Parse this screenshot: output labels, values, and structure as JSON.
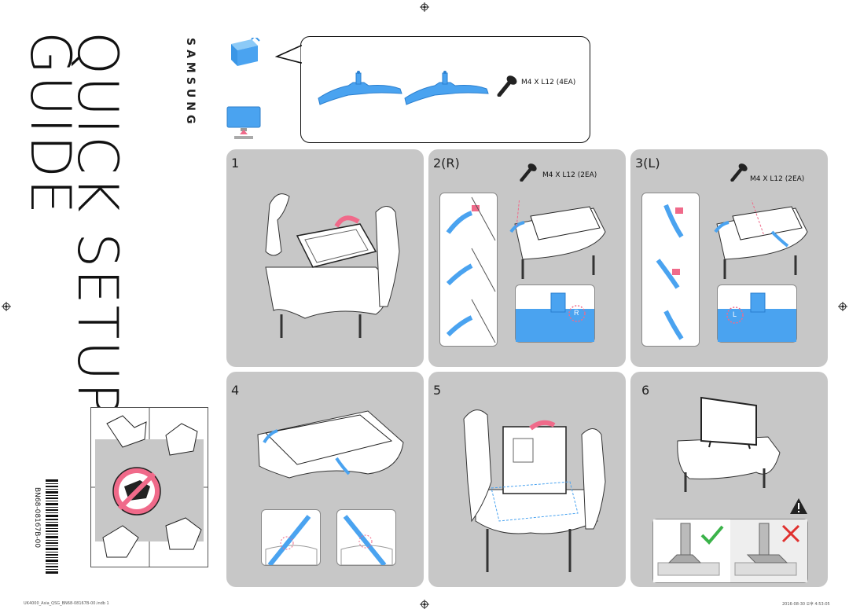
{
  "title": {
    "line1": "QUICK SETUP",
    "line2": "GUIDE"
  },
  "brand": "SAMSUNG",
  "barcode_text": "BN68-08167B-00",
  "accessories": {
    "screw_label": "M4 X L12 (4EA)"
  },
  "steps": [
    {
      "number": "1"
    },
    {
      "number": "2(R)",
      "screw_label": "M4 X L12 (2EA)",
      "marker": "R"
    },
    {
      "number": "3(L)",
      "screw_label": "M4 X L12 (2EA)",
      "marker": "L"
    },
    {
      "number": "4"
    },
    {
      "number": "5"
    },
    {
      "number": "6"
    }
  ],
  "footer": {
    "left": "UK4000_Asia_QSG_BN68-08167B-00.indb   1",
    "right": "2016-08-30   오후 4:53:05"
  },
  "colors": {
    "accent": "#4aa3f0",
    "panel": "#c7c7c7",
    "pink": "#f06a8a",
    "check": "#3bb34a",
    "cross": "#e0312f"
  }
}
